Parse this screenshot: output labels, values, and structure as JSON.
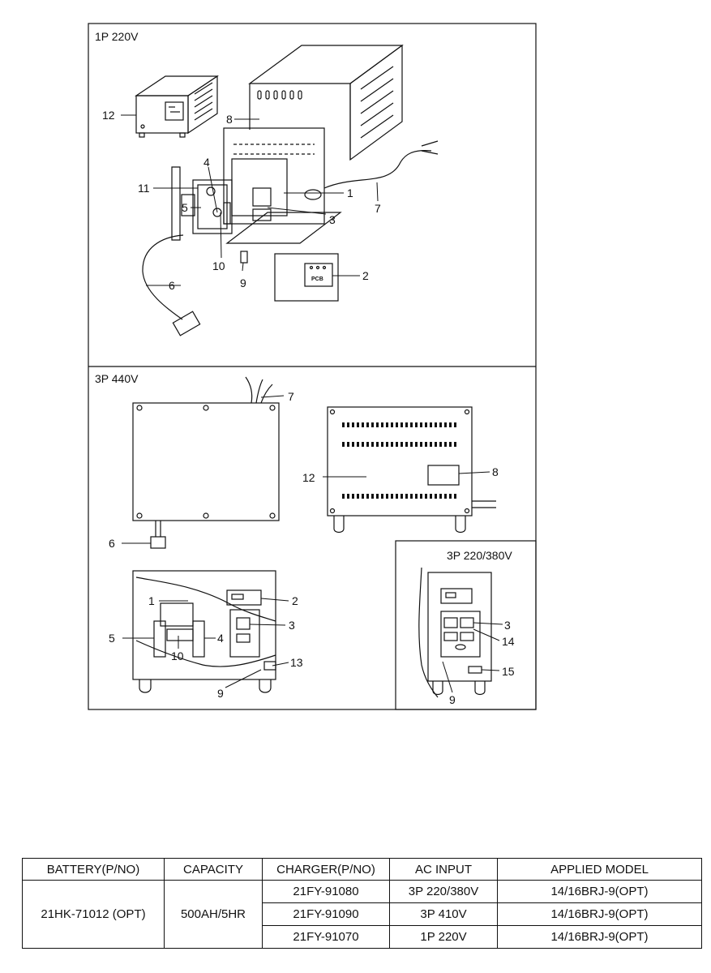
{
  "sections": {
    "single_phase_220": "1P 220V",
    "three_phase_440": "3P 440V",
    "three_phase_220_380": "3P 220/380V"
  },
  "callouts": {
    "p1": "1",
    "p2": "2",
    "p3": "3",
    "p4": "4",
    "p5": "5",
    "p6": "6",
    "p7": "7",
    "p8": "8",
    "p9": "9",
    "p10": "10",
    "p11": "11",
    "p12": "12",
    "p13": "13",
    "p14": "14",
    "p15": "15"
  },
  "pcb_label": "PCB",
  "table": {
    "headers": [
      "BATTERY(P/NO)",
      "CAPACITY",
      "CHARGER(P/NO)",
      "AC INPUT",
      "APPLIED MODEL"
    ],
    "battery": "21HK-71012 (OPT)",
    "capacity": "500AH/5HR",
    "rows": [
      {
        "charger": "21FY-91080",
        "ac_input": "3P 220/380V",
        "model": "14/16BRJ-9(OPT)"
      },
      {
        "charger": "21FY-91090",
        "ac_input": "3P 410V",
        "model": "14/16BRJ-9(OPT)"
      },
      {
        "charger": "21FY-91070",
        "ac_input": "1P 220V",
        "model": "14/16BRJ-9(OPT)"
      }
    ]
  }
}
